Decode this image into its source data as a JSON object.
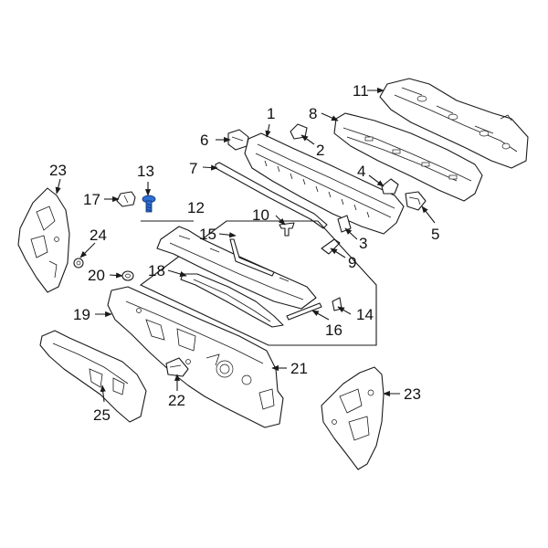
{
  "labels": {
    "p1": "1",
    "p2": "2",
    "p3": "3",
    "p4": "4",
    "p5": "5",
    "p6": "6",
    "p7": "7",
    "p8": "8",
    "p9": "9",
    "p10": "10",
    "p11": "11",
    "p12": "12",
    "p13": "13",
    "p14": "14",
    "p15": "15",
    "p16": "16",
    "p17": "17",
    "p18": "18",
    "p19": "19",
    "p20": "20",
    "p21": "21",
    "p22": "22",
    "p23a": "23",
    "p23b": "23",
    "p24": "24",
    "p25": "25"
  },
  "colors": {
    "highlight": "#2f6fd1",
    "line": "#1a1a1a",
    "background": "#ffffff"
  }
}
